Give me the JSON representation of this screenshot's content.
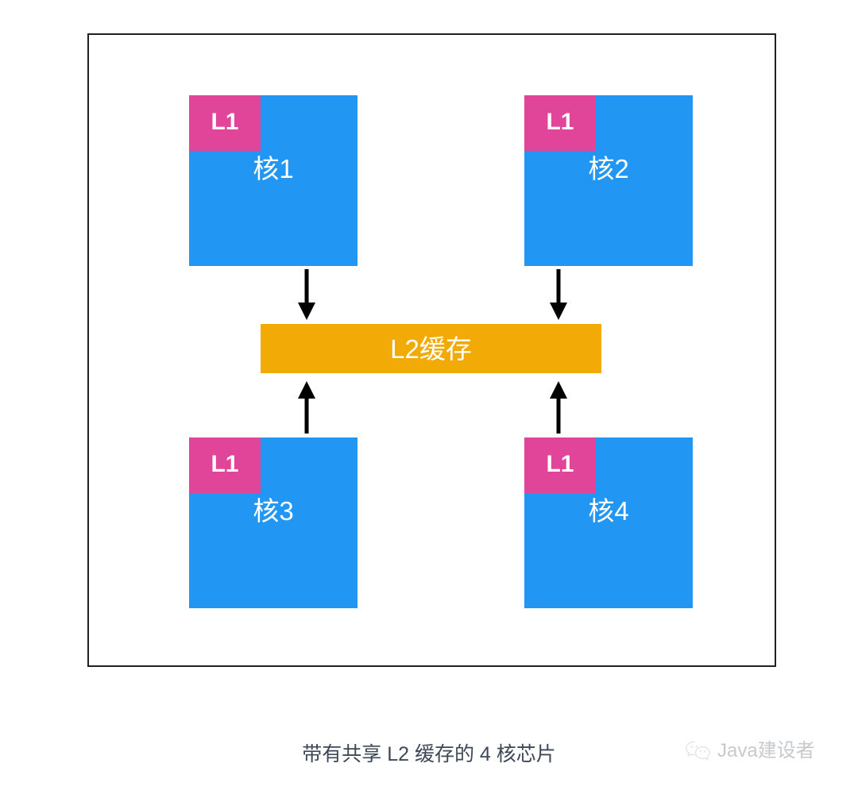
{
  "diagram": {
    "title_caption": "带有共享 L2 缓存的 4 核芯片",
    "cores": [
      {
        "id": "core1",
        "cache_label": "L1",
        "core_label": "核1"
      },
      {
        "id": "core2",
        "cache_label": "L1",
        "core_label": "核2"
      },
      {
        "id": "core3",
        "cache_label": "L1",
        "core_label": "核3"
      },
      {
        "id": "core4",
        "cache_label": "L1",
        "core_label": "核4"
      }
    ],
    "shared_cache": {
      "label": "L2缓存"
    },
    "connections": [
      {
        "from": "核1",
        "to": "L2缓存",
        "direction": "down"
      },
      {
        "from": "核2",
        "to": "L2缓存",
        "direction": "down"
      },
      {
        "from": "核3",
        "to": "L2缓存",
        "direction": "up"
      },
      {
        "from": "核4",
        "to": "L2缓存",
        "direction": "up"
      }
    ],
    "colors": {
      "core_fill": "#2196f3",
      "l1_fill": "#e1459a",
      "l2_fill": "#f2aa07",
      "chip_border": "#231f20",
      "label_text": "#ffffff",
      "caption_text": "#3c4858",
      "watermark_text": "#9aa0a6",
      "background": "#ffffff"
    }
  },
  "watermark": {
    "text": "Java建设者",
    "icon": "wechat-icon"
  }
}
